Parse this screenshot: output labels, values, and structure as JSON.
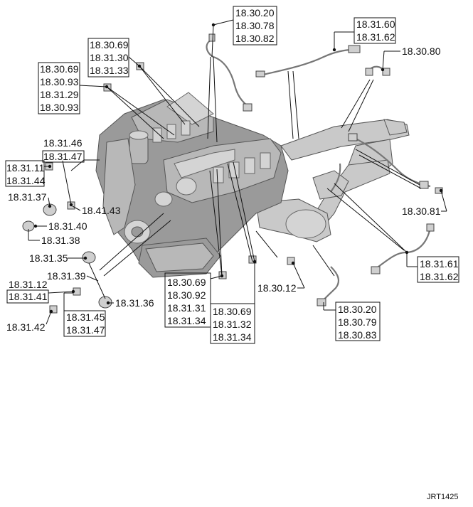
{
  "figure_code": "JRT1425",
  "callouts": {
    "top_center": [
      "18.30.20",
      "18.30.78",
      "18.30.82"
    ],
    "top_right": [
      "18.31.60",
      "18.31.62"
    ],
    "right_upper": "18.30.80",
    "left_top_a": [
      "18.30.69",
      "18.31.30",
      "18.31.33"
    ],
    "left_top_b": [
      "18.30.69",
      "18.30.93",
      "18.31.29",
      "18.30.93"
    ],
    "left_mid_a": [
      "18.31.46",
      "18.31.47"
    ],
    "left_mid_b": [
      "18.31.11",
      "18.31.44"
    ],
    "left_mid_c": "18.41.43",
    "left_mid_d": "18.31.37",
    "left_mid_e": "18.31.40",
    "left_mid_f": "18.31.38",
    "left_low_a": "18.31.35",
    "left_low_b": "18.31.39",
    "left_low_c": [
      "18.31.12",
      "18.31.41"
    ],
    "left_low_d": "18.31.36",
    "left_low_e": "18.31.42",
    "left_low_f": [
      "18.31.45",
      "18.31.47"
    ],
    "center_low_a": [
      "18.30.69",
      "18.30.92",
      "18.31.31",
      "18.31.34"
    ],
    "center_low_b": [
      "18.30.69",
      "18.31.32",
      "18.31.34"
    ],
    "center_low_c": "18.30.12",
    "right_mid": "18.30.81",
    "right_low": [
      "18.31.61",
      "18.31.62"
    ],
    "bottom_right": [
      "18.30.20",
      "18.30.79",
      "18.30.83"
    ]
  }
}
